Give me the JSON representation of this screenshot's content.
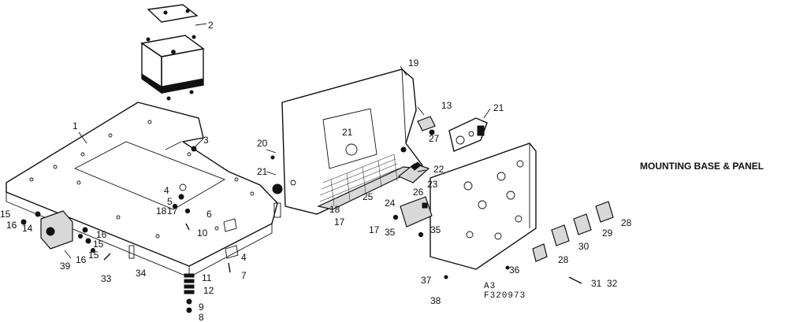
{
  "title": "MOUNTING BASE & PANEL",
  "drawing_code": "A3\nF320973",
  "callouts": [
    "1",
    "2",
    "3",
    "4",
    "5",
    "18",
    "17",
    "6",
    "10",
    "15",
    "16",
    "14",
    "39",
    "16",
    "15",
    "16",
    "15",
    "33",
    "34",
    "4",
    "7",
    "11",
    "12",
    "9",
    "8",
    "20",
    "21",
    "19",
    "21",
    "13",
    "27",
    "21",
    "22",
    "23",
    "26",
    "25",
    "24",
    "18",
    "17",
    "17",
    "35",
    "35",
    "28",
    "29",
    "30",
    "28",
    "36",
    "37",
    "38",
    "31",
    "32"
  ]
}
